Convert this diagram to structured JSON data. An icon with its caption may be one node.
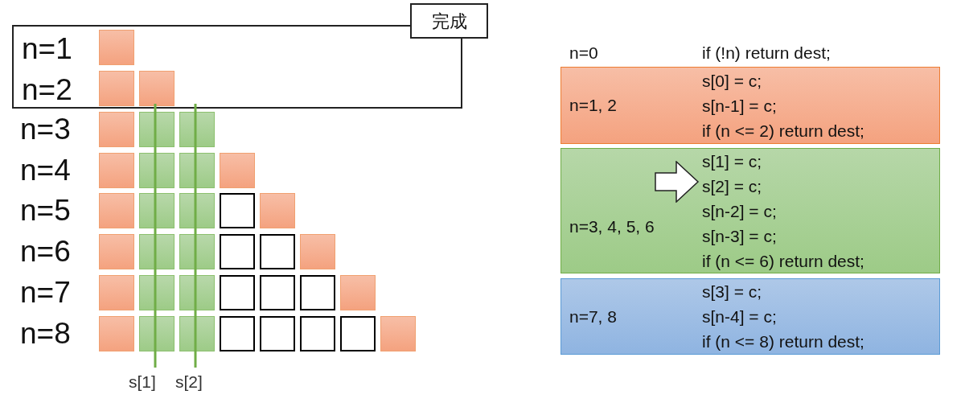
{
  "diagram": {
    "nodes": [
      {
        "text": [
          "n=1",
          "n=2"
        ]
      },
      {
        "text": [
          "完成"
        ]
      },
      {
        "text": [
          "n=1, 2",
          "s[0] = c;",
          "s[n-1] = c;",
          "if (n <= 2) return dest;"
        ]
      },
      {
        "text": [
          "n=3, 4, 5, 6",
          "s[1] = c;",
          "s[2] = c;",
          "s[n-2] = c;",
          "s[n-3] = c;",
          "if (n <= 6) return dest;"
        ]
      },
      {
        "text": [
          "n=7, 8",
          "s[3] = c;",
          "s[n-4] = c;",
          "if (n <= 8) return dest;"
        ]
      }
    ],
    "labels": [
      "n=0",
      "if (!n) return dest;",
      "n=3",
      "n=4",
      "n=5",
      "n=6",
      "n=7",
      "n=8",
      "s[1]",
      "s[2]"
    ]
  }
}
